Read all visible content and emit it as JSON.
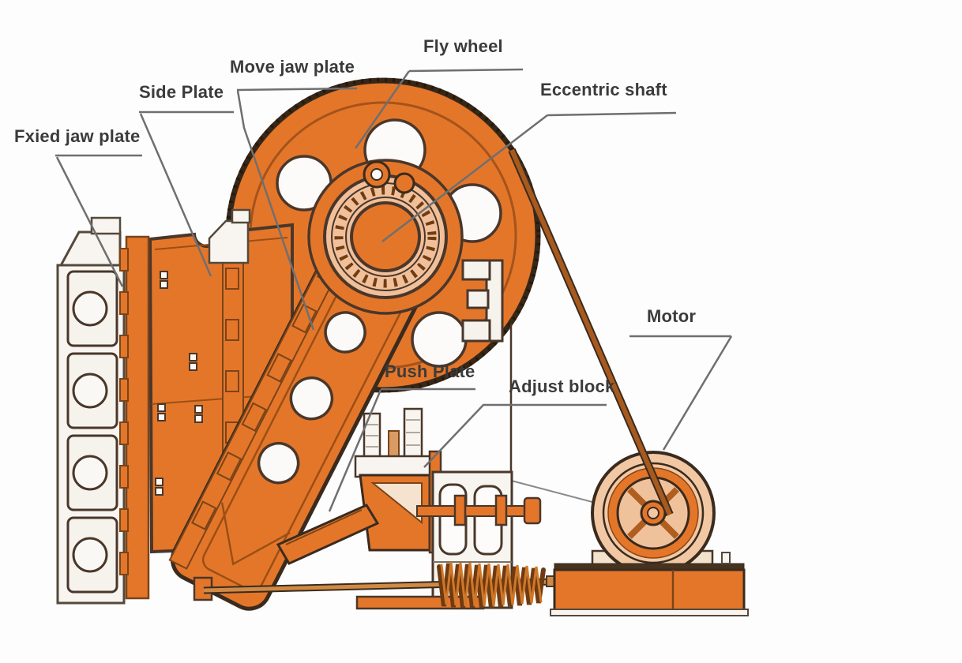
{
  "diagram": {
    "labels": [
      {
        "id": "fly-wheel",
        "text": "Fly wheel"
      },
      {
        "id": "move-jaw-plate",
        "text": "Move jaw plate"
      },
      {
        "id": "side-plate",
        "text": "Side Plate"
      },
      {
        "id": "fxied-jaw-plate",
        "text": "Fxied jaw plate"
      },
      {
        "id": "eccentric-shaft",
        "text": "Eccentric shaft"
      },
      {
        "id": "motor",
        "text": "Motor"
      },
      {
        "id": "push-plate",
        "text": "Push Plate"
      },
      {
        "id": "adjust-block",
        "text": "Adjust block"
      }
    ],
    "colors": {
      "machine_orange": "#e4762a",
      "dark_outline": "#3a2b1e",
      "peach": "#f1c09a",
      "belt_brown": "#a85a1e",
      "white_part": "#f8f5f0",
      "leader_gray": "#6f6f6f",
      "label_text": "#3b3b3b",
      "background": "#fdfdfd"
    }
  }
}
